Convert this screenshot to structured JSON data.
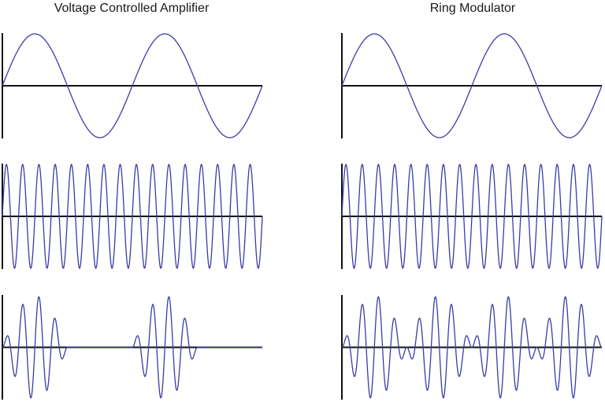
{
  "titles": {
    "left": "Voltage Controlled Amplifier",
    "right": "Ring Modulator"
  },
  "colors": {
    "wave": "#3b3ba8",
    "axis": "#111111"
  },
  "panels": [
    {
      "id": "vca-modulator",
      "column": "left",
      "row": 1,
      "waveform": "sine",
      "cycles": 2
    },
    {
      "id": "vca-carrier",
      "column": "left",
      "row": 2,
      "waveform": "sine",
      "cycles": 16
    },
    {
      "id": "vca-output",
      "column": "left",
      "row": 3,
      "waveform": "amplitude-modulated-positive-half-only",
      "carrier_cycles": 16,
      "modulator_cycles": 2
    },
    {
      "id": "ring-modulator",
      "column": "right",
      "row": 1,
      "waveform": "sine",
      "cycles": 2
    },
    {
      "id": "ring-carrier",
      "column": "right",
      "row": 2,
      "waveform": "sine",
      "cycles": 16
    },
    {
      "id": "ring-output",
      "column": "right",
      "row": 3,
      "waveform": "product",
      "carrier_cycles": 16,
      "modulator_cycles": 2
    }
  ]
}
